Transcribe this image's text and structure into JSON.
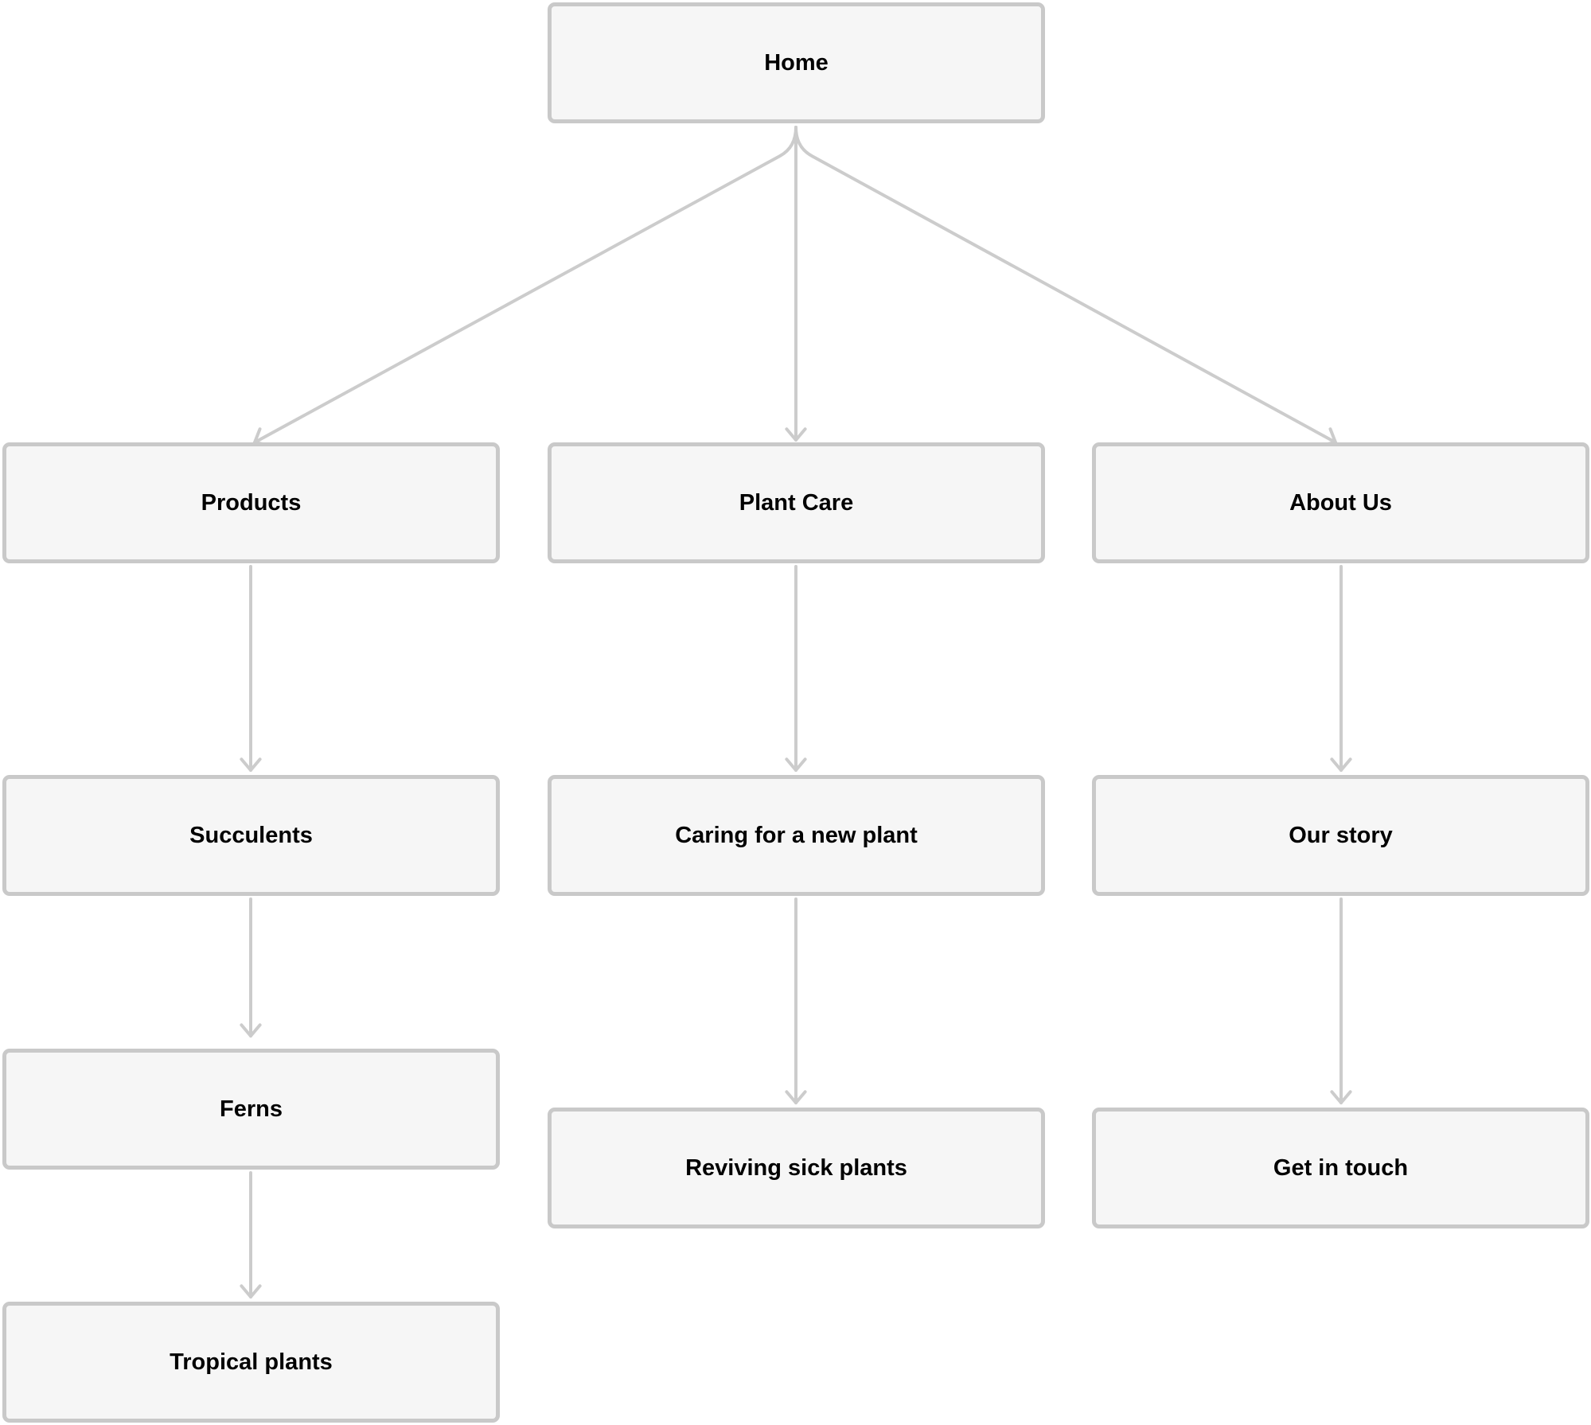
{
  "nodes": {
    "home": "Home",
    "products": "Products",
    "plant_care": "Plant Care",
    "about_us": "About Us",
    "succulents": "Succulents",
    "caring_new_plant": "Caring for a new plant",
    "our_story": "Our story",
    "ferns": "Ferns",
    "reviving_sick_plants": "Reviving sick plants",
    "get_in_touch": "Get in touch",
    "tropical_plants": "Tropical plants"
  },
  "colors": {
    "node_bg": "#f6f6f6",
    "border": "#c9c9c9",
    "link": "#cccccc"
  }
}
